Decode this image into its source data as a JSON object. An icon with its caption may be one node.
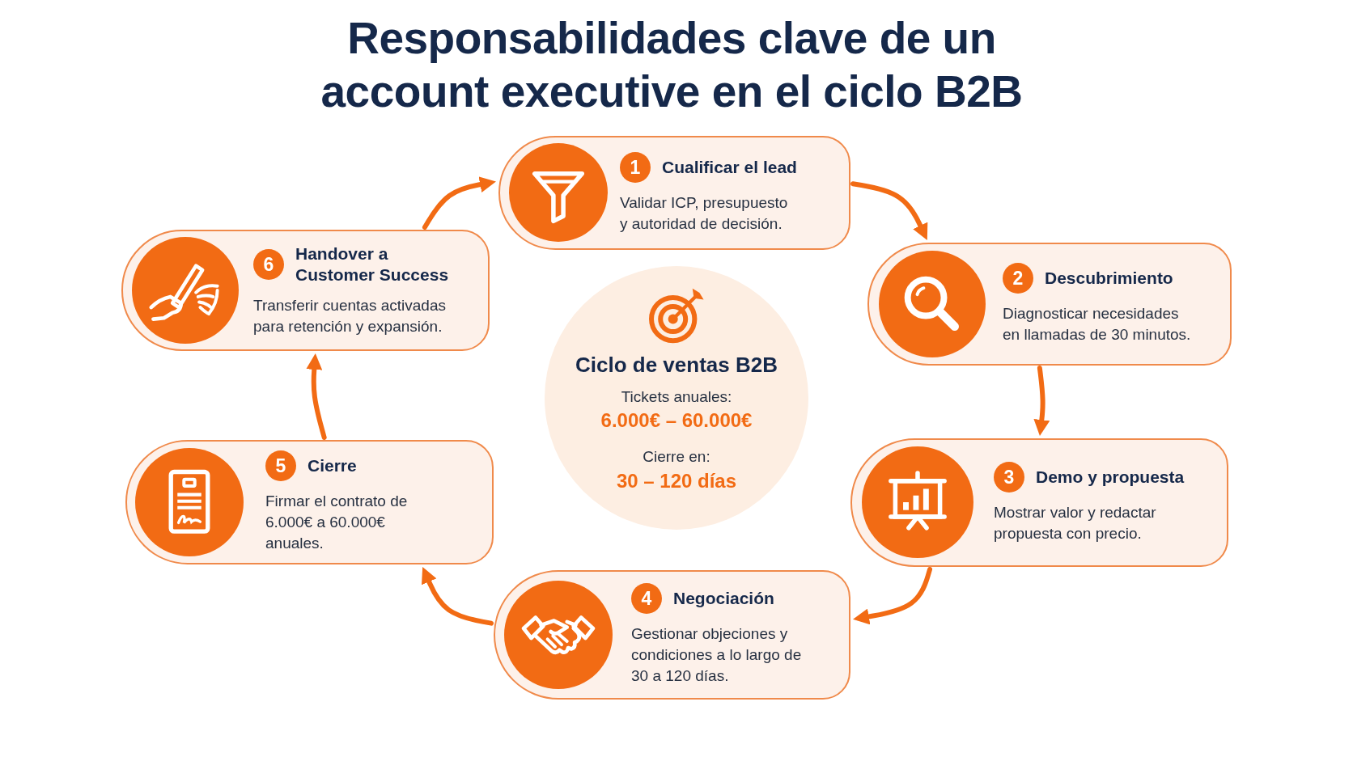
{
  "diagram": {
    "title": "Responsabilidades clave de un **account executive** en el ciclo B2B",
    "nodes": [
      {
        "text": [
          "1",
          "Cualificar el lead",
          "Validar ICP, presupuesto y autoridad de decisión."
        ]
      },
      {
        "text": [
          "2",
          "Descubrimiento",
          "Diagnosticar necesidades en llamadas de 30 minutos."
        ]
      },
      {
        "text": [
          "3",
          "Demo y propuesta",
          "Mostrar valor y redactar propuesta con precio."
        ]
      },
      {
        "text": [
          "4",
          "Negociación",
          "Gestionar objeciones y condiciones a lo largo de 30 a 120 días."
        ]
      },
      {
        "text": [
          "5",
          "Cierre",
          "Firmar el contrato de 6.000€ a 60.000€ anuales."
        ]
      },
      {
        "text": [
          "6",
          "Handover a Customer Success",
          "Transferir cuentas activadas para retención y expansión."
        ]
      },
      {
        "text": [
          "Ciclo de ventas B2B",
          "Tickets anuales:",
          "6.000€ – 60.000€",
          "Cierre en:",
          "30 – 120 días"
        ]
      }
    ],
    "edges": [
      {
        "from": 0,
        "to": 1,
        "arrow": "to"
      },
      {
        "from": 1,
        "to": 2,
        "arrow": "to"
      },
      {
        "from": 2,
        "to": 3,
        "arrow": "to"
      },
      {
        "from": 3,
        "to": 4,
        "arrow": "to"
      },
      {
        "from": 4,
        "to": 5,
        "arrow": "to"
      },
      {
        "from": 5,
        "to": 0,
        "arrow": "to"
      }
    ]
  }
}
